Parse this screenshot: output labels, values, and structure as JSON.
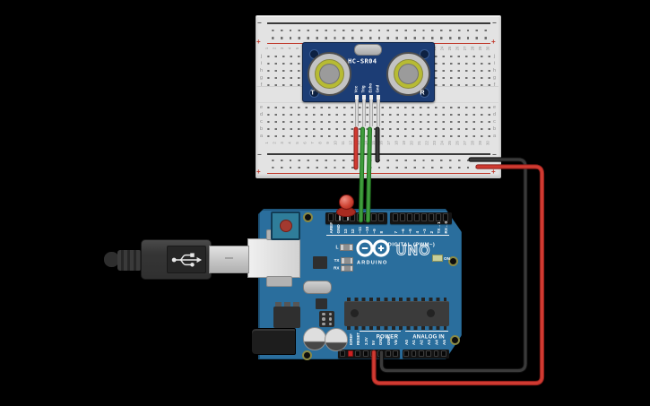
{
  "scene": {
    "background": "#000000"
  },
  "breadboard": {
    "rail_minus_symbol": "−",
    "rail_plus_symbol": "+",
    "top_row_letters": [
      "j",
      "i",
      "h",
      "g",
      "f"
    ],
    "bottom_row_letters": [
      "e",
      "d",
      "c",
      "b",
      "a"
    ],
    "column_numbers": [
      1,
      2,
      3,
      4,
      5,
      6,
      7,
      8,
      9,
      10,
      11,
      12,
      13,
      14,
      15,
      16,
      17,
      18,
      19,
      20,
      21,
      22,
      23,
      24,
      25,
      26,
      27,
      28,
      29,
      30
    ]
  },
  "ultrasonic_sensor": {
    "label": "HC-SR04",
    "transmitter_label": "T",
    "receiver_label": "R",
    "pin_labels": [
      "Vcc",
      "Trig",
      "Echo",
      "Gnd"
    ]
  },
  "arduino": {
    "brand": "ARDUINO",
    "model": "UNO",
    "digital_header_label": "DIGITAL (PWM~)",
    "power_header_label": "POWER",
    "analog_header_label": "ANALOG IN",
    "on_led_label": "ON",
    "builtin_led_label": "L",
    "tx_led_label": "TX",
    "rx_led_label": "RX",
    "digital_pins": [
      "AREF",
      "GND",
      "13",
      "12",
      "~11",
      "~10",
      "~9",
      "8",
      "7",
      "~6",
      "~5",
      "4",
      "~3",
      "2",
      "TX→1",
      "RX←0"
    ],
    "power_pins": [
      "IOREF",
      "RESET",
      "3.3V",
      "5V",
      "GND",
      "GND",
      "Vin"
    ],
    "analog_pins": [
      "A0",
      "A1",
      "A2",
      "A3",
      "A4",
      "A5"
    ]
  },
  "led": {
    "color": "#cf4434"
  },
  "wires": [
    {
      "name": "wire-vcc-to-positive-rail",
      "color": "red"
    },
    {
      "name": "wire-trig-to-pin11",
      "color": "green"
    },
    {
      "name": "wire-echo-to-pin10",
      "color": "green"
    },
    {
      "name": "wire-gnd-to-negative-rail",
      "color": "black"
    },
    {
      "name": "wire-negative-rail-to-arduino-gnd",
      "color": "black"
    },
    {
      "name": "wire-positive-rail-to-arduino-5v",
      "color": "red"
    }
  ],
  "colors": {
    "wire_red": "#d03a31",
    "wire_red_edge": "#8e1f1b",
    "wire_green": "#3f9c3c",
    "wire_green_edge": "#1f6f1f",
    "wire_black": "#3a3a3a",
    "wire_black_edge": "#0e0e0e",
    "rail_red": "#c0392b",
    "rail_black": "#3a3a3a",
    "arduino_blue": "#2a6e9d",
    "sensor_navy": "#1c3d75",
    "breadboard_gray": "#e3e3e3"
  }
}
